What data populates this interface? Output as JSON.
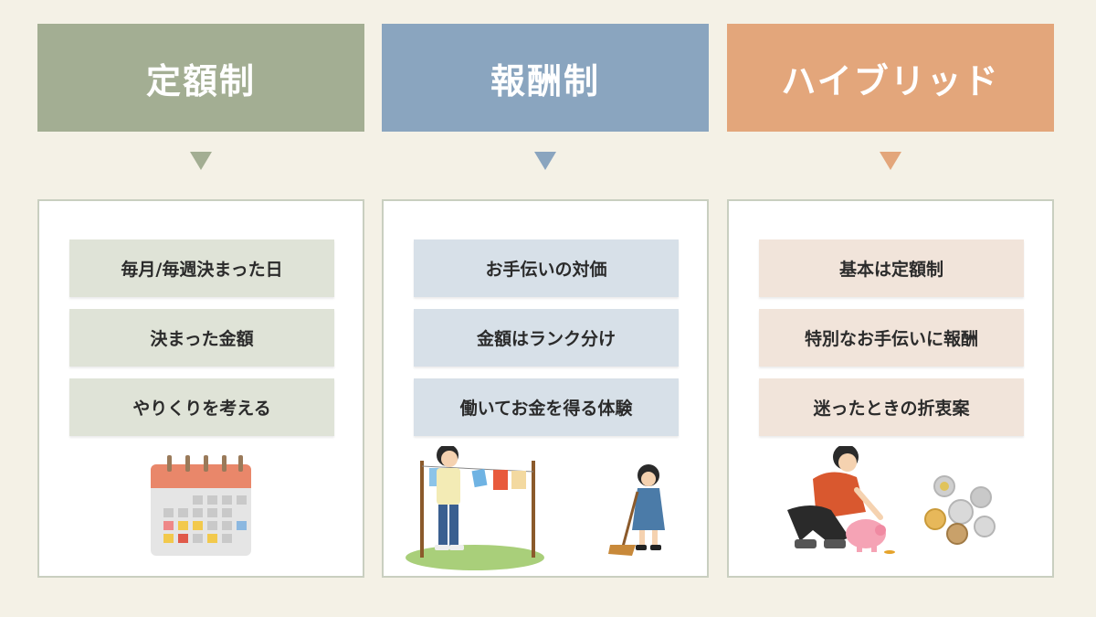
{
  "columns": [
    {
      "title": "定額制",
      "header_color": "#a3ae93",
      "arrow_color": "#a3ae93",
      "item_color": "#dfe3d7",
      "items": [
        "毎月/毎週決まった日",
        "決まった金額",
        "やりくりを考える"
      ],
      "illustration": "calendar-icon"
    },
    {
      "title": "報酬制",
      "header_color": "#8aa5bf",
      "arrow_color": "#8aa5bf",
      "item_color": "#d7e0e8",
      "items": [
        "お手伝いの対価",
        "金額はランク分け",
        "働いてお金を得る体験"
      ],
      "illustration": "children-doing-chores-illustration"
    },
    {
      "title": "ハイブリッド",
      "header_color": "#e3a67b",
      "arrow_color": "#e3a67b",
      "item_color": "#f1e4da",
      "items": [
        "基本は定額制",
        "特別なお手伝いに報酬",
        "迷ったときの折衷案"
      ],
      "illustration": "piggy-bank-coins-illustration"
    }
  ]
}
